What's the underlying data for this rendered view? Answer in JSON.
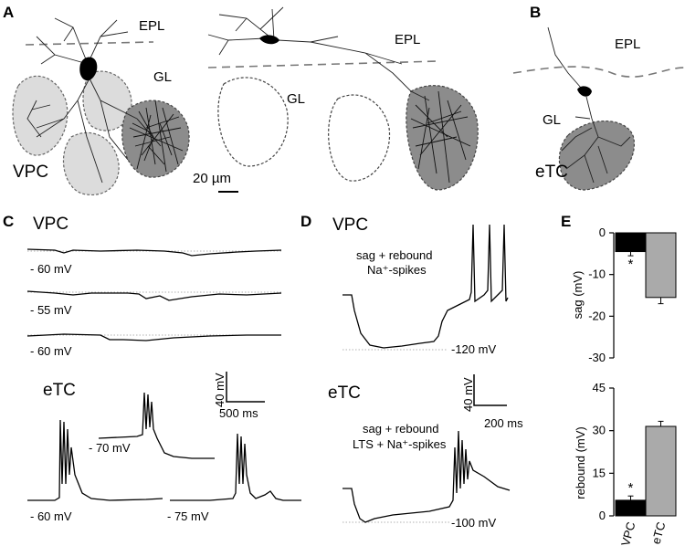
{
  "panels": {
    "a": "A",
    "b": "B",
    "c": "C",
    "d": "D",
    "e": "E"
  },
  "panel_a": {
    "epl_left": "EPL",
    "gl_left": "GL",
    "vpc": "VPC",
    "epl_right": "EPL",
    "gl_right": "GL",
    "scale": "20 µm"
  },
  "panel_b": {
    "epl": "EPL",
    "gl": "GL",
    "etc": "eTC"
  },
  "panel_c": {
    "vpc": "VPC",
    "etc": "eTC",
    "v1": "- 60 mV",
    "v2": "- 55 mV",
    "v3": "- 60 mV",
    "v4": "- 70 mV",
    "v5": "- 60 mV",
    "v6": "- 75 mV",
    "scale_v": "40 mV",
    "scale_t": "500 ms"
  },
  "panel_d": {
    "vpc": "VPC",
    "etc": "eTC",
    "vpc_note1": "sag + rebound",
    "vpc_note2": "Na⁺-spikes",
    "etc_note1": "sag + rebound",
    "etc_note2": "LTS + Na⁺-spikes",
    "vpc_v": "-120 mV",
    "etc_v": "-100 mV",
    "scale_v": "40 mV",
    "scale_t": "200 ms"
  },
  "chart_data": [
    {
      "type": "bar",
      "categories": [
        "VPC",
        "eTC"
      ],
      "values": [
        -4.5,
        -15.5
      ],
      "errors": [
        1.0,
        1.5
      ],
      "colors": [
        "#000000",
        "#aaaaaa"
      ],
      "ylabel": "sag (mV)",
      "ylim": [
        -30,
        0
      ],
      "yticks": [
        "0",
        "-10",
        "-20",
        "-30"
      ],
      "annotation": "*"
    },
    {
      "type": "bar",
      "categories": [
        "VPC",
        "eTC"
      ],
      "values": [
        5.5,
        31.5
      ],
      "errors": [
        1.5,
        1.8
      ],
      "colors": [
        "#000000",
        "#aaaaaa"
      ],
      "ylabel": "rebound (mV)",
      "ylim": [
        0,
        45
      ],
      "yticks": [
        "0",
        "15",
        "30",
        "45"
      ],
      "annotation": "*"
    }
  ]
}
